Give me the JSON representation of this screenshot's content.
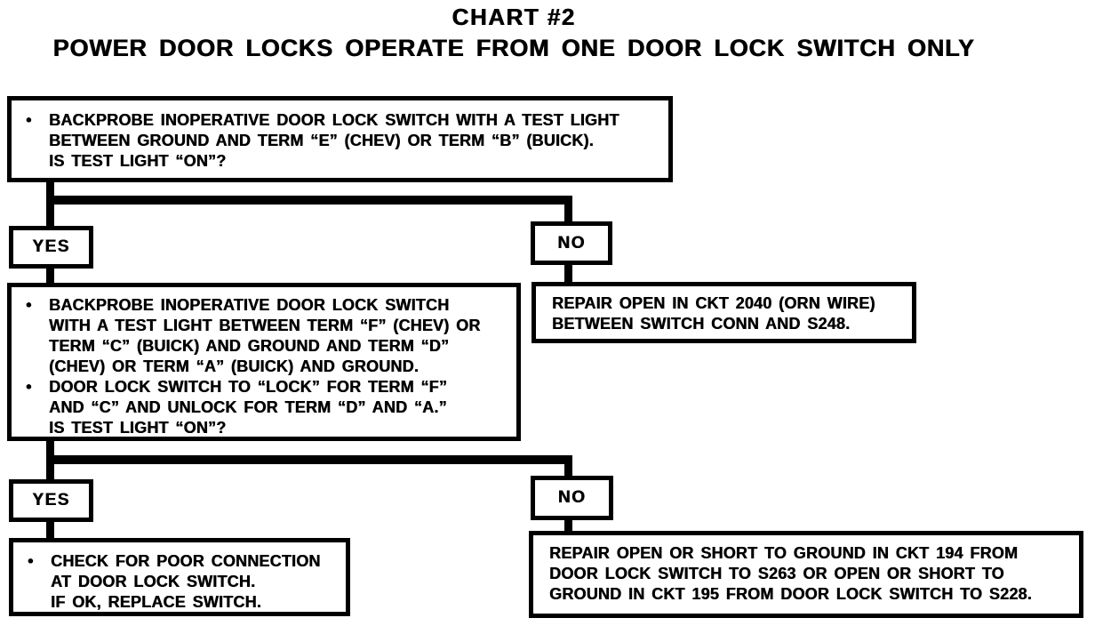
{
  "title": {
    "line1": "CHART #2",
    "line2": "POWER DOOR LOCKS OPERATE FROM ONE DOOR LOCK SWITCH ONLY"
  },
  "branch_labels": {
    "yes1": "YES",
    "no1": "NO",
    "yes2": "YES",
    "no2": "NO"
  },
  "boxes": {
    "step1": {
      "lines": [
        {
          "b": "•",
          "t": "BACKPROBE INOPERATIVE DOOR LOCK SWITCH WITH A TEST LIGHT"
        },
        {
          "b": "",
          "t": "BETWEEN GROUND AND TERM “E” (CHEV) OR TERM “B” (BUICK)."
        },
        {
          "b": "",
          "t": "IS TEST LIGHT “ON”?"
        }
      ]
    },
    "step2": {
      "lines": [
        {
          "b": "•",
          "t": "BACKPROBE INOPERATIVE DOOR LOCK SWITCH"
        },
        {
          "b": "",
          "t": "WITH A TEST LIGHT BETWEEN TERM “F” (CHEV) OR"
        },
        {
          "b": "",
          "t": "TERM “C” (BUICK) AND GROUND AND TERM “D”"
        },
        {
          "b": "",
          "t": "(CHEV) OR TERM “A” (BUICK) AND GROUND."
        },
        {
          "b": "•",
          "t": "DOOR LOCK SWITCH TO “LOCK” FOR TERM “F”"
        },
        {
          "b": "",
          "t": "AND “C” AND UNLOCK FOR TERM “D” AND “A.”"
        },
        {
          "b": "",
          "t": "IS TEST LIGHT “ON”?"
        }
      ]
    },
    "repair_ckt_2040": {
      "lines": [
        {
          "b": "",
          "t": "REPAIR OPEN IN CKT 2040 (ORN WIRE)"
        },
        {
          "b": "",
          "t": "BETWEEN SWITCH CONN AND S248."
        }
      ]
    },
    "check_switch": {
      "lines": [
        {
          "b": "•",
          "t": "CHECK FOR POOR CONNECTION"
        },
        {
          "b": "",
          "t": "AT DOOR LOCK SWITCH."
        },
        {
          "b": "",
          "t": "IF OK, REPLACE SWITCH."
        }
      ]
    },
    "repair_ckt_194_195": {
      "lines": [
        {
          "b": "",
          "t": "REPAIR OPEN OR SHORT TO GROUND IN CKT 194 FROM"
        },
        {
          "b": "",
          "t": "DOOR LOCK SWITCH TO S263 OR OPEN OR SHORT TO"
        },
        {
          "b": "",
          "t": "GROUND IN CKT 195 FROM DOOR LOCK SWITCH TO S228."
        }
      ]
    }
  },
  "ink_color": "#000000",
  "paper_color": "#ffffff"
}
